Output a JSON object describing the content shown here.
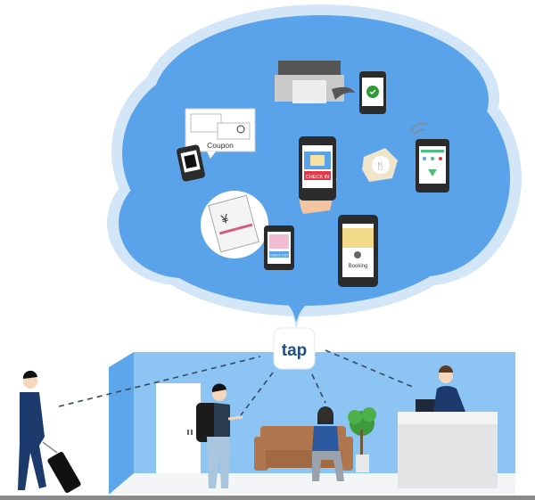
{
  "cloud": {
    "coupon_label": "Coupon",
    "checkin_label": "CHECK IN",
    "checkout_label": "CHECK OUT",
    "booking_label": "Booking"
  },
  "hub": {
    "logo_text": "tap"
  },
  "colors": {
    "cloud_fill": "#5aa3ea",
    "cloud_edge": "#cfe4f8",
    "wall": "#8cc4f4",
    "wall_side": "#5ea6ec",
    "logo_text": "#1d4f86",
    "suit": "#1c3a6b",
    "sofa": "#b0764e"
  }
}
